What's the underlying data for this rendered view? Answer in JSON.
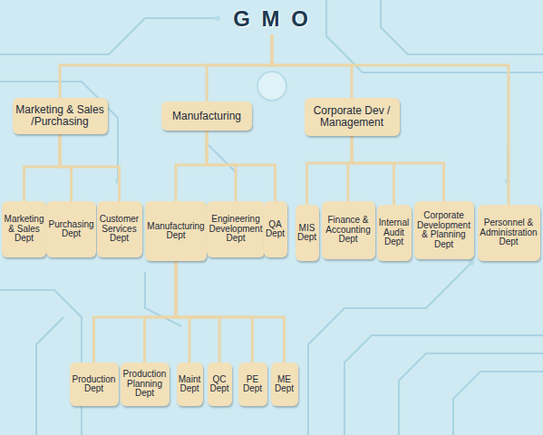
{
  "diagram": {
    "nodes": [
      {
        "text": [
          "G M O"
        ]
      },
      {
        "text": [
          "Marketing & Sales /Purchasing"
        ]
      },
      {
        "text": [
          "Manufacturing"
        ]
      },
      {
        "text": [
          "Corporate Dev / Management"
        ]
      },
      {
        "text": [
          "Marketing & Sales Dept"
        ]
      },
      {
        "text": [
          "Purchasing Dept"
        ]
      },
      {
        "text": [
          "Customer Services Dept"
        ]
      },
      {
        "text": [
          "Manufacturing Dept"
        ]
      },
      {
        "text": [
          "Engineering Development Dept"
        ]
      },
      {
        "text": [
          "QA Dept"
        ]
      },
      {
        "text": [
          "MIS Dept"
        ]
      },
      {
        "text": [
          "Finance & Accounting Dept"
        ]
      },
      {
        "text": [
          "Internal Audit Dept"
        ]
      },
      {
        "text": [
          "Corporate Development & Planning Dept"
        ]
      },
      {
        "text": [
          "Personnel & Administration Dept"
        ]
      },
      {
        "text": [
          "Production Dept"
        ]
      },
      {
        "text": [
          "Production Planning Dept"
        ]
      },
      {
        "text": [
          "Maint Dept"
        ]
      },
      {
        "text": [
          "QC Dept"
        ]
      },
      {
        "text": [
          "PE Dept"
        ]
      },
      {
        "text": [
          "ME Dept"
        ]
      }
    ],
    "edges": [
      {
        "from": 0,
        "to": 1,
        "arrow": "none"
      },
      {
        "from": 0,
        "to": 2,
        "arrow": "none"
      },
      {
        "from": 0,
        "to": 3,
        "arrow": "none"
      },
      {
        "from": 0,
        "to": 14,
        "arrow": "none"
      },
      {
        "from": 1,
        "to": 4,
        "arrow": "none"
      },
      {
        "from": 1,
        "to": 5,
        "arrow": "none"
      },
      {
        "from": 1,
        "to": 6,
        "arrow": "none"
      },
      {
        "from": 2,
        "to": 7,
        "arrow": "none"
      },
      {
        "from": 2,
        "to": 8,
        "arrow": "none"
      },
      {
        "from": 2,
        "to": 9,
        "arrow": "none"
      },
      {
        "from": 3,
        "to": 10,
        "arrow": "none"
      },
      {
        "from": 3,
        "to": 11,
        "arrow": "none"
      },
      {
        "from": 3,
        "to": 12,
        "arrow": "none"
      },
      {
        "from": 3,
        "to": 13,
        "arrow": "none"
      },
      {
        "from": 7,
        "to": 15,
        "arrow": "none"
      },
      {
        "from": 7,
        "to": 16,
        "arrow": "none"
      },
      {
        "from": 7,
        "to": 17,
        "arrow": "none"
      },
      {
        "from": 7,
        "to": 18,
        "arrow": "none"
      },
      {
        "from": 7,
        "to": 19,
        "arrow": "none"
      },
      {
        "from": 7,
        "to": 20,
        "arrow": "none"
      }
    ]
  }
}
